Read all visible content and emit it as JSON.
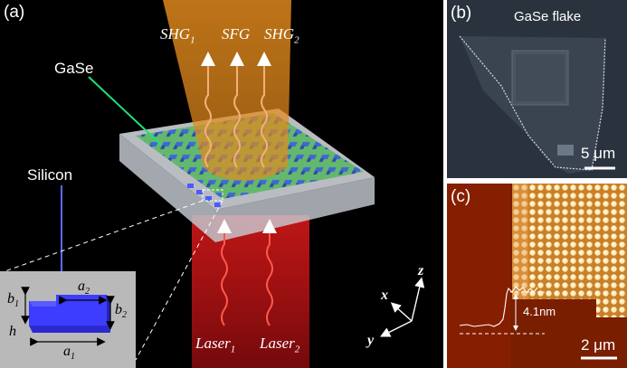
{
  "panel_a": {
    "label": "(a)",
    "outputs": {
      "shg1": "SHG",
      "shg1_sub": "1",
      "sfg": "SFG",
      "shg2": "SHG",
      "shg2_sub": "2"
    },
    "gase_label": "GaSe",
    "silicon_label": "Silicon",
    "laser1": "Laser",
    "laser1_sub": "1",
    "laser2": "Laser",
    "laser2_sub": "2",
    "inset": {
      "a1": "a",
      "a1_sub": "1",
      "a2": "a",
      "a2_sub": "2",
      "b1": "b",
      "b1_sub": "1",
      "b2": "b",
      "b2_sub": "2",
      "h": "h"
    },
    "axes": {
      "x": "x",
      "y": "y",
      "z": "z"
    },
    "colors": {
      "beam_top": "#e38a1c",
      "beam_bottom": "#c4141a",
      "pillar": "#3a4cff",
      "gase": "#63b86c",
      "pointer": "#1fe07a"
    }
  },
  "panel_b": {
    "label": "(b)",
    "title": "GaSe flake",
    "scale": "5 μm"
  },
  "panel_c": {
    "label": "(c)",
    "step": "4.1nm",
    "scale": "2 μm"
  }
}
